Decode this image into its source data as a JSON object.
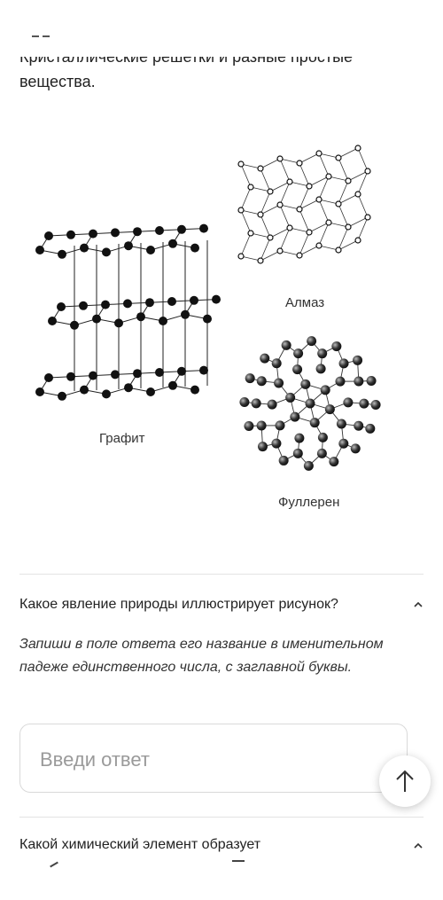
{
  "intro": {
    "line1_clipped": "Кристаллические решетки и разные простые",
    "line2": "вещества."
  },
  "figure": {
    "captions": {
      "graphite": "Графит",
      "diamond": "Алмаз",
      "fullerene": "Фуллерен"
    }
  },
  "question1": {
    "title": "Какое явление природы иллюстрирует рисунок?",
    "instruction": "Запиши в поле ответа его название в именительном падеже единственного числа, с заглавной буквы.",
    "answer_placeholder": "Введи ответ",
    "answer_value": ""
  },
  "question2": {
    "title_clipped": "Какой химический элемент образует"
  },
  "icons": {
    "collapse": "chevron-up-icon",
    "scroll_top": "arrow-up-icon"
  }
}
